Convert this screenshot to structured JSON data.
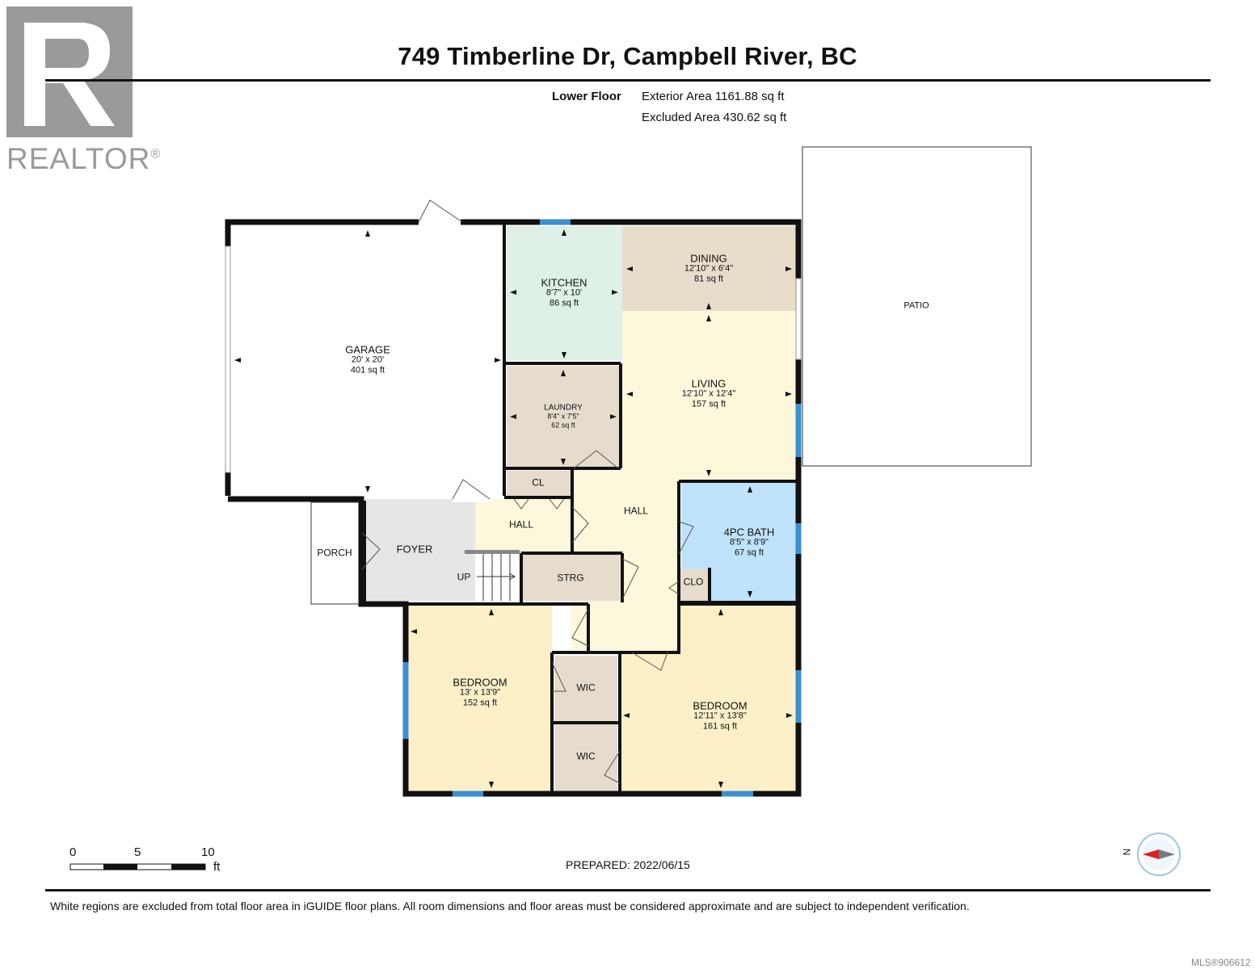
{
  "header": {
    "title": "749 Timberline Dr, Campbell River, BC",
    "floor_label": "Lower Floor",
    "exterior_area": "Exterior Area 1161.88 sq ft",
    "excluded_area": "Excluded Area 430.62 sq ft"
  },
  "logo": {
    "text": "REALTOR",
    "registered": "®"
  },
  "rooms": {
    "garage": {
      "name": "GARAGE",
      "dims": "20' x 20'",
      "area": "401 sq ft"
    },
    "kitchen": {
      "name": "KITCHEN",
      "dims": "8'7\" x 10'",
      "area": "86 sq ft"
    },
    "dining": {
      "name": "DINING",
      "dims": "12'10\" x 6'4\"",
      "area": "81 sq ft"
    },
    "living": {
      "name": "LIVING",
      "dims": "12'10\" x 12'4\"",
      "area": "157 sq ft"
    },
    "laundry": {
      "name": "LAUNDRY",
      "dims": "8'4\" x 7'5\"",
      "area": "62 sq ft"
    },
    "bath": {
      "name": "4PC BATH",
      "dims": "8'5\" x 8'9\"",
      "area": "67 sq ft"
    },
    "bedroom1": {
      "name": "BEDROOM",
      "dims": "13' x 13'9\"",
      "area": "152 sq ft"
    },
    "bedroom2": {
      "name": "BEDROOM",
      "dims": "12'11\" x 13'8\"",
      "area": "161 sq ft"
    },
    "patio": {
      "name": "PATIO"
    },
    "porch": {
      "name": "PORCH"
    },
    "foyer": {
      "name": "FOYER"
    },
    "hall_small": {
      "name": "HALL"
    },
    "hall_main": {
      "name": "HALL"
    },
    "cl": {
      "name": "CL"
    },
    "strg": {
      "name": "STRG"
    },
    "clo": {
      "name": "CLO"
    },
    "wic1": {
      "name": "WIC"
    },
    "wic2": {
      "name": "WIC"
    },
    "up": {
      "name": "UP"
    }
  },
  "scale": {
    "labels": [
      "0",
      "5",
      "10"
    ],
    "unit": "ft"
  },
  "prepared": "PREPARED: 2022/06/15",
  "compass": {
    "label": "N"
  },
  "footer": {
    "note": "White regions are excluded from total floor area in iGUIDE floor plans. All room dimensions and floor areas must be considered approximate and are subject to independent verification."
  },
  "mls": "MLS®906612",
  "colors": {
    "kitchen": "#dff0e6",
    "dining": "#e8dccb",
    "living": "#fdf7dc",
    "laundry": "#e6dccd",
    "bath": "#bfe3fb",
    "bedroom": "#fdf0c8",
    "foyer": "#e6e6e6",
    "hall": "#fdf7dc",
    "wic": "#e6dccd",
    "window": "#3a8fd0",
    "wall": "#111111"
  }
}
